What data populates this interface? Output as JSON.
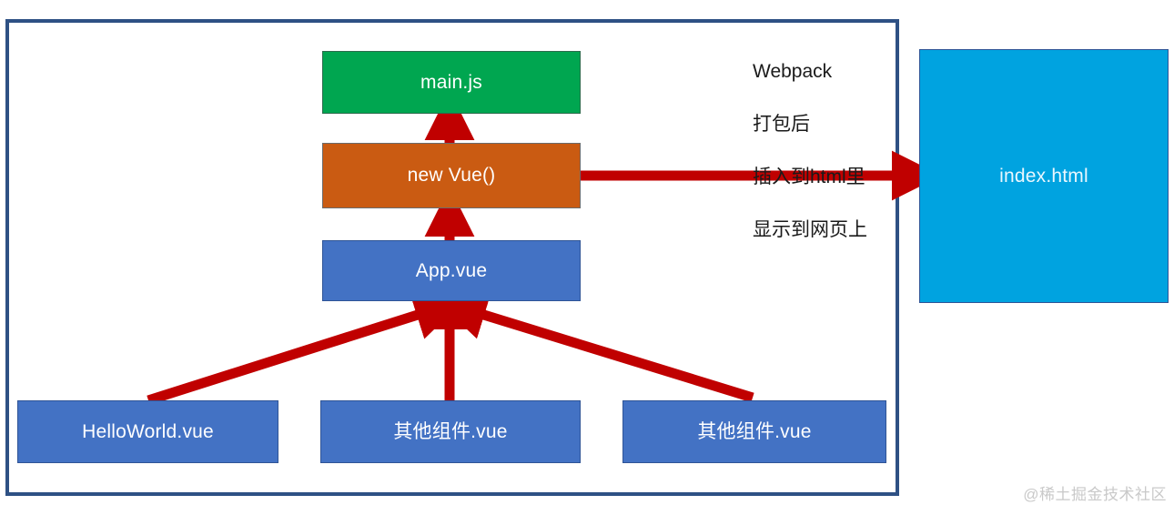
{
  "diagram": {
    "title": "Vue project build flow diagram",
    "frame": {
      "border_color": "#2e5184"
    },
    "nodes": {
      "main_js": {
        "label": "main.js",
        "color": "#00a650"
      },
      "new_vue": {
        "label": "new Vue()",
        "color": "#ca5b12"
      },
      "app_vue": {
        "label": "App.vue",
        "color": "#4372c4"
      },
      "hello_world": {
        "label": "HelloWorld.vue",
        "color": "#4372c4"
      },
      "other_component_1": {
        "label": "其他组件.vue",
        "color": "#4372c4"
      },
      "other_component_2": {
        "label": "其他组件.vue",
        "color": "#4372c4"
      },
      "index_html": {
        "label": "index.html",
        "color": "#00a3e0"
      }
    },
    "annotation": {
      "line1": "Webpack",
      "line2": "打包后",
      "line3": "插入到html里",
      "line4": "显示到网页上"
    },
    "arrow_color": "#c00000",
    "watermark": "@稀土掘金技术社区"
  }
}
